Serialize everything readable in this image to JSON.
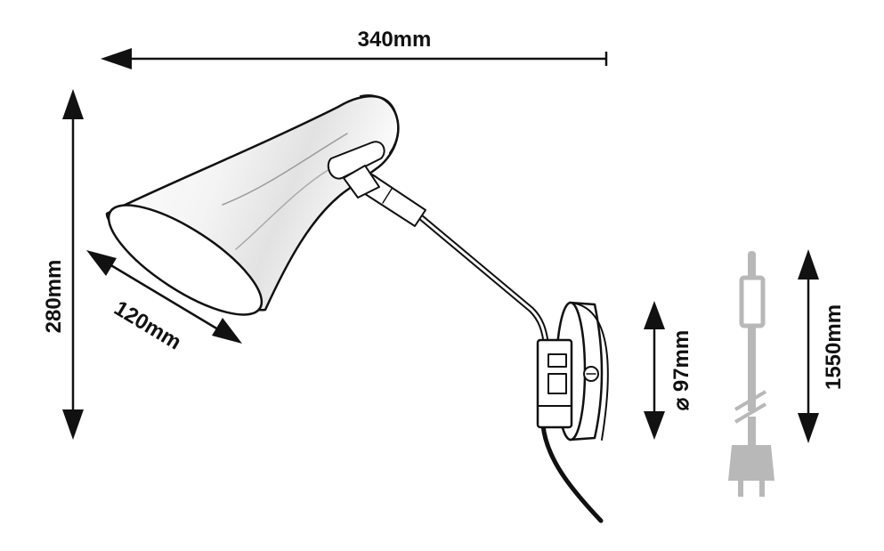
{
  "dimensions": {
    "width": "340mm",
    "height": "280mm",
    "shade_diameter": "120mm",
    "base_diameter": "⌀ 97mm",
    "cable_length": "1550mm"
  },
  "colors": {
    "line": "#111111",
    "cable_icon": "#b8b8b8"
  }
}
